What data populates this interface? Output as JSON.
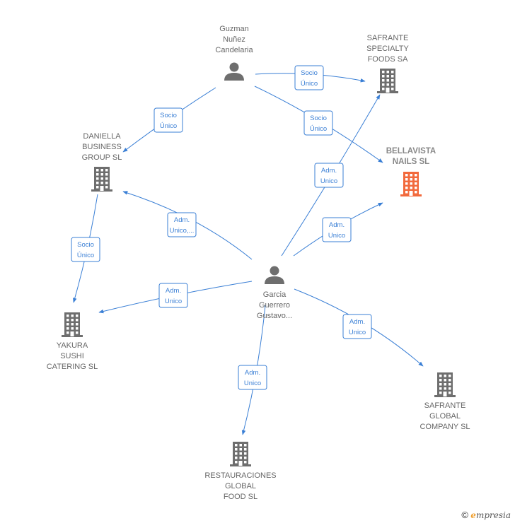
{
  "nodes": [
    {
      "id": "guzman",
      "type": "person",
      "lines": [
        "Guzman",
        "Nuñez",
        "Candelaria"
      ],
      "focus": false
    },
    {
      "id": "garcia",
      "type": "person",
      "lines": [
        "Garcia",
        "Guerrero",
        "Gustavo..."
      ],
      "focus": false
    },
    {
      "id": "safrante_specialty",
      "type": "company",
      "lines": [
        "SAFRANTE",
        "SPECIALTY",
        "FOODS SA"
      ],
      "focus": false
    },
    {
      "id": "bellavista",
      "type": "company",
      "lines": [
        "BELLAVISTA",
        "NAILS  SL"
      ],
      "focus": true
    },
    {
      "id": "daniella",
      "type": "company",
      "lines": [
        "DANIELLA",
        "BUSINESS",
        "GROUP  SL"
      ],
      "focus": false
    },
    {
      "id": "yakura",
      "type": "company",
      "lines": [
        "YAKURA",
        "SUSHI",
        "CATERING  SL"
      ],
      "focus": false
    },
    {
      "id": "safrante_global",
      "type": "company",
      "lines": [
        "SAFRANTE",
        "GLOBAL",
        "COMPANY SL"
      ],
      "focus": false
    },
    {
      "id": "restauraciones",
      "type": "company",
      "lines": [
        "RESTAURACIONES",
        "GLOBAL",
        "FOOD  SL"
      ],
      "focus": false
    }
  ],
  "edges": [
    {
      "from": "guzman",
      "to": "safrante_specialty",
      "lines": [
        "Socio",
        "Único"
      ]
    },
    {
      "from": "guzman",
      "to": "bellavista",
      "lines": [
        "Socio",
        "Único"
      ]
    },
    {
      "from": "guzman",
      "to": "daniella",
      "lines": [
        "Socio",
        "Único"
      ]
    },
    {
      "from": "daniella",
      "to": "yakura",
      "lines": [
        "Socio",
        "Único"
      ]
    },
    {
      "from": "garcia",
      "to": "daniella",
      "lines": [
        "Adm.",
        "Unico,..."
      ]
    },
    {
      "from": "garcia",
      "to": "safrante_specialty",
      "lines": [
        "Adm.",
        "Unico"
      ]
    },
    {
      "from": "garcia",
      "to": "bellavista",
      "lines": [
        "Adm.",
        "Unico"
      ]
    },
    {
      "from": "garcia",
      "to": "yakura",
      "lines": [
        "Adm.",
        "Unico"
      ]
    },
    {
      "from": "garcia",
      "to": "safrante_global",
      "lines": [
        "Adm.",
        "Unico"
      ]
    },
    {
      "from": "garcia",
      "to": "restauraciones",
      "lines": [
        "Adm.",
        "Unico"
      ]
    }
  ],
  "colors": {
    "edge": "#3a7fd5",
    "icon": "#6e6e6e",
    "focus_icon": "#f26a3d"
  },
  "footer": {
    "copyright": "©",
    "brand_first": "e",
    "brand_rest": "mpresia"
  }
}
